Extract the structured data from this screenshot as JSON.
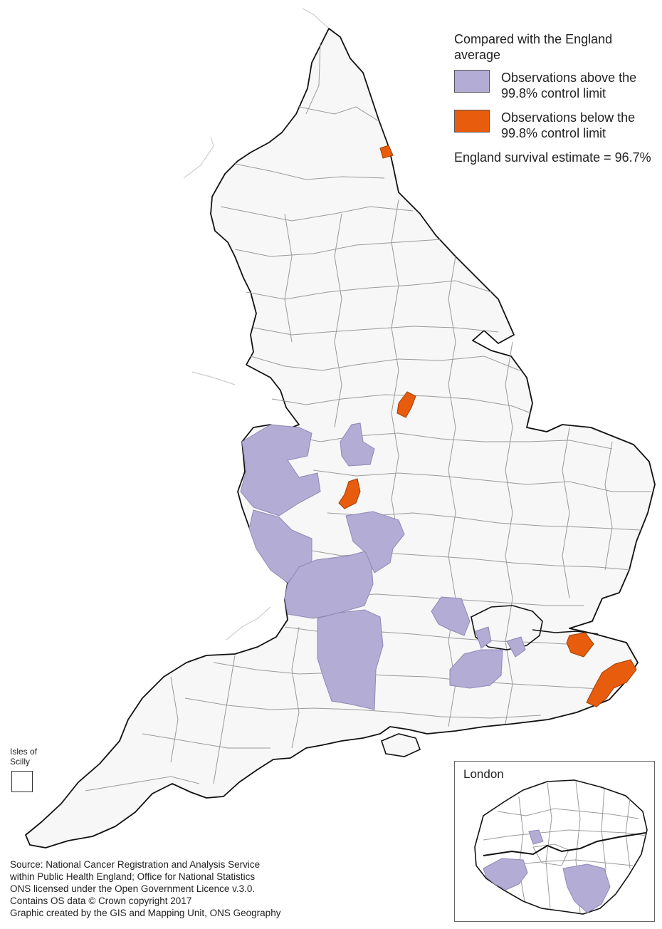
{
  "legend": {
    "title": "Compared with the England average",
    "items": [
      {
        "label": "Observations above the 99.8% control limit",
        "color": "#b3acd4"
      },
      {
        "label": "Observations below the 99.8% control limit",
        "color": "#e85c0d"
      }
    ],
    "survival_text": "England survival estimate = 96.7%"
  },
  "colors": {
    "land": "#f7f7f7",
    "boundary": "#9a9a9a",
    "coast": "#111111",
    "river": "#cfcfcf",
    "above": "#b3acd4",
    "below": "#e85c0d"
  },
  "inset_london": {
    "title": "London"
  },
  "inset_scilly": {
    "title": "Isles of Scilly"
  },
  "source": {
    "lines": [
      "Source: National Cancer Registration and Analysis Service",
      "within Public Health England; Office for National Statistics",
      "ONS licensed under the Open Government Licence v.3.0.",
      "Contains OS data © Crown copyright 2017",
      "Graphic created by the GIS and Mapping Unit, ONS Geography"
    ]
  }
}
